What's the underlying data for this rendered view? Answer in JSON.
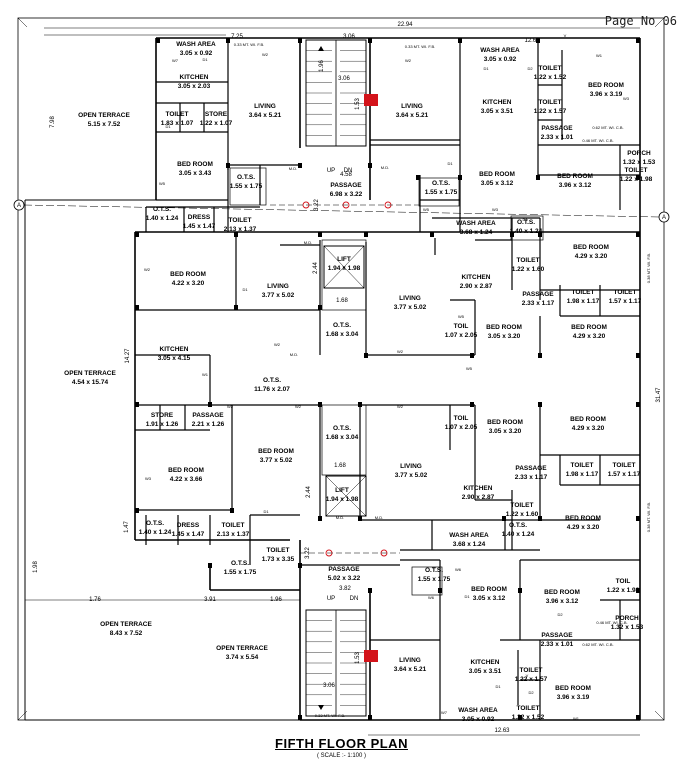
{
  "page_no": "Page No 06",
  "title": "FIFTH FLOOR PLAN",
  "scale": "( SCALE :- 1:100 )",
  "grid_marker": "A",
  "dims": {
    "overall_top": "22.94",
    "top_left": "7.25",
    "top_mid": "3.06",
    "top_right": "12.63",
    "bottom_right": "12.63",
    "left_side": "14.27",
    "stair_top": "3.06",
    "stair_bottom": "3.06",
    "v_196": "1.96",
    "v_153_top": "1.53",
    "v_153_bottom": "1.53",
    "d_458": "4.58",
    "d_322a": "3.22",
    "d_322b": "3.22",
    "d_244a": "2.44",
    "d_244b": "2.44",
    "d_168a": "1.68",
    "d_168b": "1.68",
    "d_798": "7.98",
    "d_3147": "31.47",
    "d_147": "1.47",
    "d_198": "1.98",
    "d_176": "1.76",
    "d_391": "3.91",
    "d_196b": "1.96",
    "d_382": "3.82",
    "d_038a": "0.38 MT. WI. F.B.",
    "d_038b": "0.38 MT. WI. F.B."
  },
  "rooms": [
    {
      "name": "WASH AREA",
      "size": "3.05 x 0.92"
    },
    {
      "name": "0.33 MT. WI. F.B.",
      "size": ""
    },
    {
      "name": "KITCHEN",
      "size": "3.05 x 2.03"
    },
    {
      "name": "LIVING",
      "size": "3.64 x 5.21"
    },
    {
      "name": "TOILET",
      "size": "1.83 x 1.07"
    },
    {
      "name": "STORE",
      "size": "1.22 x 1.07"
    },
    {
      "name": "BED ROOM",
      "size": "3.05 x 3.43"
    },
    {
      "name": "O.T.S.",
      "size": "1.55 x 1.75"
    },
    {
      "name": "OPEN TERRACE",
      "size": "5.15 x 7.52"
    },
    {
      "name": "PASSAGE",
      "size": "6.98 x 3.22"
    },
    {
      "name": "0.33 MT. WI. F.B.",
      "size": ""
    },
    {
      "name": "WASH AREA",
      "size": "3.05 x 0.92"
    },
    {
      "name": "LIVING",
      "size": "3.64 x 5.21"
    },
    {
      "name": "KITCHEN",
      "size": "3.05 x 3.51"
    },
    {
      "name": "TOILET",
      "size": "1.22 x 1.52"
    },
    {
      "name": "TOILET",
      "size": "1.22 x 1.57"
    },
    {
      "name": "BED ROOM",
      "size": "3.96 x 3.19"
    },
    {
      "name": "PASSAGE",
      "size": "2.33 x 1.01"
    },
    {
      "name": "0.62 MT. WI. C.B.",
      "size": ""
    },
    {
      "name": "0.46 MT. WI. C.B.",
      "size": ""
    },
    {
      "name": "PORCH",
      "size": "1.32 x 1.53"
    },
    {
      "name": "O.T.S.",
      "size": "1.55 x 1.75"
    },
    {
      "name": "BED ROOM",
      "size": "3.05 x 3.12"
    },
    {
      "name": "BED ROOM",
      "size": "3.96 x 3.12"
    },
    {
      "name": "TOILET",
      "size": "1.22 x 1.98"
    },
    {
      "name": "O.T.S.",
      "size": "1.40 x 1.24"
    },
    {
      "name": "DRESS",
      "size": "1.45 x 1.47"
    },
    {
      "name": "TOILET",
      "size": "2.13 x 1.37"
    },
    {
      "name": "WASH AREA",
      "size": "3.68 x 1.24"
    },
    {
      "name": "O.T.S.",
      "size": "1.40 x 1.24"
    },
    {
      "name": "BED ROOM",
      "size": "4.22 x 3.20"
    },
    {
      "name": "LIVING",
      "size": "3.77 x 5.02"
    },
    {
      "name": "LIFT",
      "size": "1.94 x 1.98"
    },
    {
      "name": "KITCHEN",
      "size": "2.90 x 2.87"
    },
    {
      "name": "TOILET",
      "size": "1.22 x 1.60"
    },
    {
      "name": "BED ROOM",
      "size": "4.29 x 3.20"
    },
    {
      "name": "LIVING",
      "size": "3.77 x 5.02"
    },
    {
      "name": "PASSAGE",
      "size": "2.33 x 1.17"
    },
    {
      "name": "TOILET",
      "size": "1.98 x 1.17"
    },
    {
      "name": "TOILET",
      "size": "1.57 x 1.17"
    },
    {
      "name": "O.T.S.",
      "size": "1.68 x 3.04"
    },
    {
      "name": "TOIL",
      "size": "1.07 x 2.05"
    },
    {
      "name": "BED ROOM",
      "size": "3.05 x 3.20"
    },
    {
      "name": "BED ROOM",
      "size": "4.29 x 3.20"
    },
    {
      "name": "KITCHEN",
      "size": "3.05 x 4.15"
    },
    {
      "name": "OPEN TERRACE",
      "size": "4.54 x 15.74"
    },
    {
      "name": "O.T.S.",
      "size": "11.76 x 2.07"
    },
    {
      "name": "STORE",
      "size": "1.91 x 1.26"
    },
    {
      "name": "PASSAGE",
      "size": "2.21 x 1.26"
    },
    {
      "name": "O.T.S.",
      "size": "1.68 x 3.04"
    },
    {
      "name": "TOIL",
      "size": "1.07 x 2.05"
    },
    {
      "name": "BED ROOM",
      "size": "3.05 x 3.20"
    },
    {
      "name": "BED ROOM",
      "size": "4.29 x 3.20"
    },
    {
      "name": "BED ROOM",
      "size": "4.22 x 3.66"
    },
    {
      "name": "BED ROOM",
      "size": "3.77 x 5.02"
    },
    {
      "name": "LIVING",
      "size": "3.77 x 5.02"
    },
    {
      "name": "PASSAGE",
      "size": "2.33 x 1.17"
    },
    {
      "name": "TOILET",
      "size": "1.98 x 1.17"
    },
    {
      "name": "TOILET",
      "size": "1.57 x 1.17"
    },
    {
      "name": "LIFT",
      "size": "1.94 x 1.98"
    },
    {
      "name": "KITCHEN",
      "size": "2.90 x 2.87"
    },
    {
      "name": "TOILET",
      "size": "1.22 x 1.60"
    },
    {
      "name": "BED ROOM",
      "size": "4.29 x 3.20"
    },
    {
      "name": "O.T.S.",
      "size": "1.40 x 1.24"
    },
    {
      "name": "DRESS",
      "size": "1.45 x 1.47"
    },
    {
      "name": "TOILET",
      "size": "2.13 x 1.37"
    },
    {
      "name": "TOILET",
      "size": "1.73 x 3.35"
    },
    {
      "name": "WASH AREA",
      "size": "3.68 x 1.24"
    },
    {
      "name": "O.T.S.",
      "size": "1.40 x 1.24"
    },
    {
      "name": "O.T.S.",
      "size": "1.55 x 1.75"
    },
    {
      "name": "PASSAGE",
      "size": "5.02 x 3.22"
    },
    {
      "name": "O.T.S.",
      "size": "1.55 x 1.75"
    },
    {
      "name": "BED ROOM",
      "size": "3.05 x 3.12"
    },
    {
      "name": "BED ROOM",
      "size": "3.96 x 3.12"
    },
    {
      "name": "TOIL",
      "size": "1.22 x 1.98"
    },
    {
      "name": "PORCH",
      "size": "1.32 x 1.53"
    },
    {
      "name": "OPEN TERRACE",
      "size": "8.43 x 7.52"
    },
    {
      "name": "OPEN TERRACE",
      "size": "3.74 x 5.54"
    },
    {
      "name": "PASSAGE",
      "size": "2.33 x 1.01"
    },
    {
      "name": "0.46 MT. WI. C.B.",
      "size": ""
    },
    {
      "name": "0.62 MT. WI. C.B.",
      "size": ""
    },
    {
      "name": "LIVING",
      "size": "3.64 x 5.21"
    },
    {
      "name": "KITCHEN",
      "size": "3.05 x 3.51"
    },
    {
      "name": "TOILET",
      "size": "1.22 x 1.57"
    },
    {
      "name": "TOILET",
      "size": "1.22 x 1.52"
    },
    {
      "name": "BED ROOM",
      "size": "3.96 x 3.19"
    },
    {
      "name": "0.33 MT. WI. F.B.",
      "size": ""
    },
    {
      "name": "WASH AREA",
      "size": "3.05 x 0.92"
    }
  ],
  "stair": {
    "up": "UP",
    "dn": "DN"
  },
  "markers": {
    "md": "M.D.",
    "d": "D",
    "d1": "D1",
    "d2": "D2",
    "w": "W",
    "w1": "W1",
    "w2": "W2",
    "w3": "W3",
    "w5": "W5",
    "w6": "W6",
    "w7": "W7",
    "v": "V"
  }
}
